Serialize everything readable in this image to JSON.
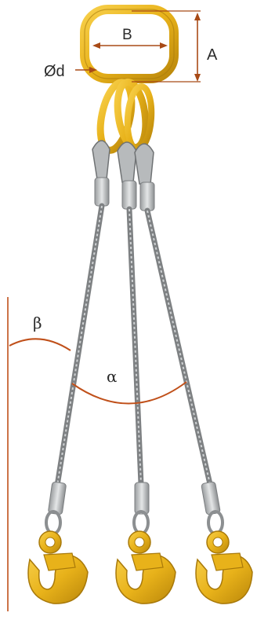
{
  "labels": {
    "dim_a": "A",
    "dim_b": "B",
    "dim_d": "Ød",
    "angle_alpha": "α",
    "angle_beta": "β"
  },
  "colors": {
    "steel_yellow": "#e8b21a",
    "steel_yellow_dark": "#b9860a",
    "dimension_line": "#a84a16",
    "angle_arc": "#c0501a",
    "wire_rope": "#8a8d8f",
    "ferrule": "#c9ccce",
    "label_text": "#2b2b2b"
  },
  "icons": {
    "master_link": "master-link-icon",
    "hook": "self-locking-hook-icon"
  },
  "legs": 3
}
